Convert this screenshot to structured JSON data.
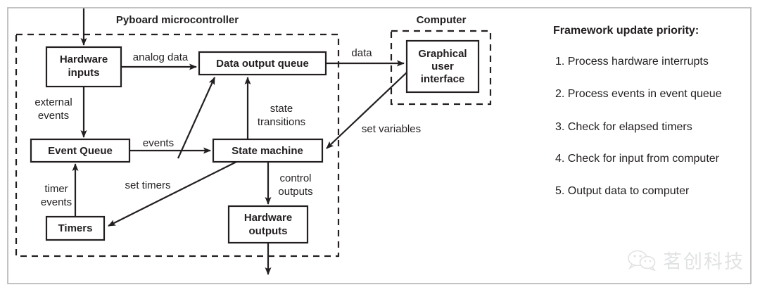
{
  "figure": {
    "groups": [
      {
        "id": "pyboard",
        "title": "Pyboard microcontroller"
      },
      {
        "id": "computer",
        "title": "Computer"
      }
    ],
    "nodes": [
      {
        "id": "hardware-inputs",
        "label_line1": "Hardware",
        "label_line2": "inputs"
      },
      {
        "id": "data-output-queue",
        "label_line1": "Data output queue",
        "label_line2": ""
      },
      {
        "id": "event-queue",
        "label_line1": "Event Queue",
        "label_line2": ""
      },
      {
        "id": "state-machine",
        "label_line1": "State machine",
        "label_line2": ""
      },
      {
        "id": "timers",
        "label_line1": "Timers",
        "label_line2": ""
      },
      {
        "id": "hardware-outputs",
        "label_line1": "Hardware",
        "label_line2": "outputs"
      },
      {
        "id": "graphical-user-interface",
        "label_line1": "Graphical",
        "label_line2": "user",
        "label_line3": "interface"
      }
    ],
    "edge_labels": {
      "analog_data": "analog data",
      "data": "data",
      "external_events_l1": "external",
      "external_events_l2": "events",
      "events": "events",
      "state_transitions_l1": "state",
      "state_transitions_l2": "transitions",
      "set_variables": "set variables",
      "set_timers": "set timers",
      "timer_events_l1": "timer",
      "timer_events_l2": "events",
      "control_outputs_l1": "control",
      "control_outputs_l2": "outputs"
    }
  },
  "panel": {
    "title": "Framework update priority:",
    "items": [
      "1. Process hardware interrupts",
      "2. Process events in event queue",
      "3. Check for elapsed timers",
      "4. Check for input from computer",
      "5. Output data to computer"
    ]
  },
  "watermark": {
    "text": "茗创科技",
    "icon": "wechat-icon"
  },
  "colors": {
    "ink": "#231f20",
    "frame": "#b3b3b3",
    "watermark": "#9aa0a6",
    "background": "#ffffff"
  }
}
